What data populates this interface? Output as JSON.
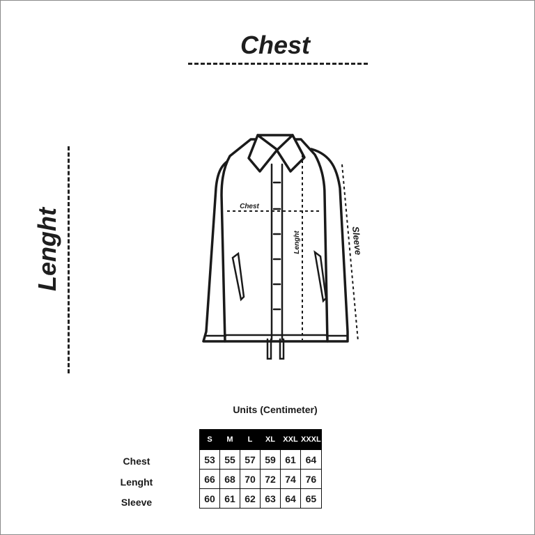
{
  "title_top": "Chest",
  "title_side": "Lenght",
  "diagram_labels": {
    "chest": "Chest",
    "length": "Lenght",
    "sleeve": "Sleeve"
  },
  "units_title": "Units (Centimeter)",
  "size_table": {
    "sizes": [
      "S",
      "M",
      "L",
      "XL",
      "XXL",
      "XXXL"
    ],
    "rows": [
      {
        "label": "Chest",
        "values": [
          "53",
          "55",
          "57",
          "59",
          "61",
          "64"
        ]
      },
      {
        "label": "Lenght",
        "values": [
          "66",
          "68",
          "70",
          "72",
          "74",
          "76"
        ]
      },
      {
        "label": "Sleeve",
        "values": [
          "60",
          "61",
          "62",
          "63",
          "64",
          "65"
        ]
      }
    ]
  }
}
